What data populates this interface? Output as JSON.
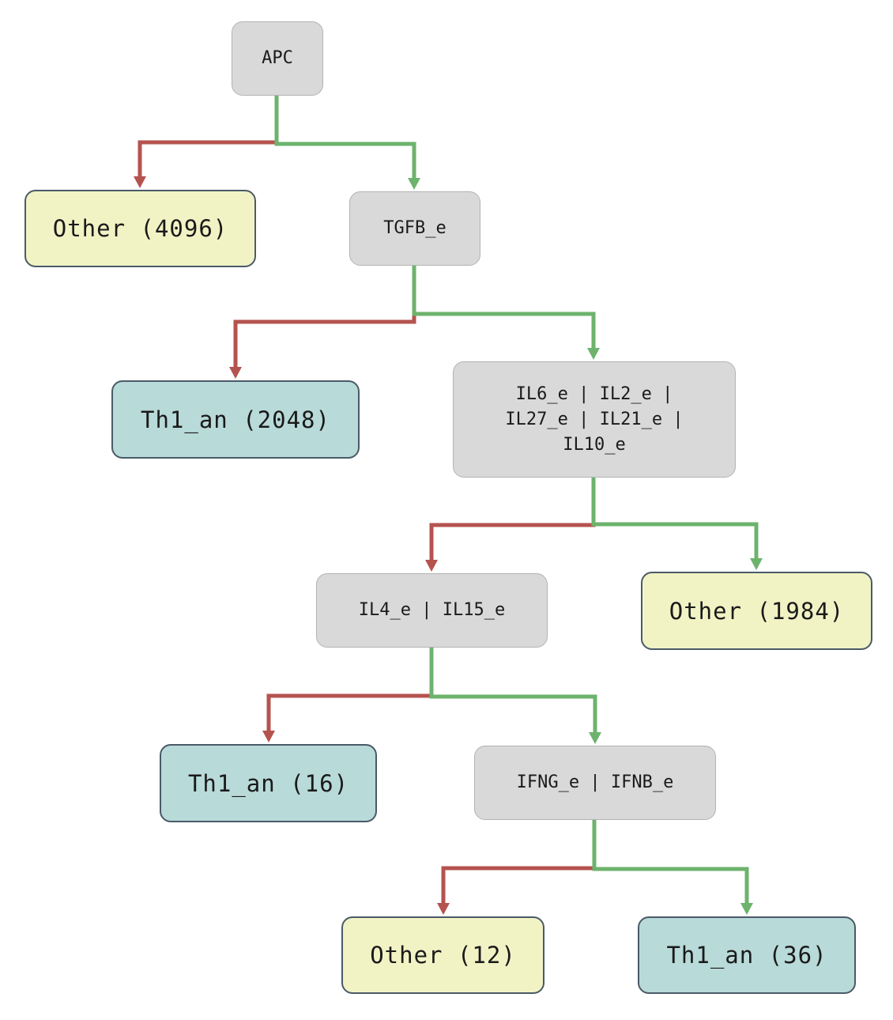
{
  "diagram": {
    "type": "decision-tree",
    "nodes": {
      "root": {
        "label": "APC"
      },
      "tgfb": {
        "label": "TGFB_e"
      },
      "il6_group": {
        "label": "IL6_e | IL2_e |\nIL27_e | IL21_e |\nIL10_e"
      },
      "il4_group": {
        "label": "IL4_e | IL15_e"
      },
      "ifn_group": {
        "label": "IFNG_e | IFNB_e"
      },
      "leaf_other_4096": {
        "label": "Other (4096)"
      },
      "leaf_th1_2048": {
        "label": "Th1_an (2048)"
      },
      "leaf_other_1984": {
        "label": "Other (1984)"
      },
      "leaf_th1_16": {
        "label": "Th1_an (16)"
      },
      "leaf_other_12": {
        "label": "Other (12)"
      },
      "leaf_th1_36": {
        "label": "Th1_an (36)"
      }
    },
    "edges": [
      {
        "from": "root",
        "to": "leaf_other_4096",
        "branch": "false"
      },
      {
        "from": "root",
        "to": "tgfb",
        "branch": "true"
      },
      {
        "from": "tgfb",
        "to": "leaf_th1_2048",
        "branch": "false"
      },
      {
        "from": "tgfb",
        "to": "il6_group",
        "branch": "true"
      },
      {
        "from": "il6_group",
        "to": "il4_group",
        "branch": "false"
      },
      {
        "from": "il6_group",
        "to": "leaf_other_1984",
        "branch": "true"
      },
      {
        "from": "il4_group",
        "to": "leaf_th1_16",
        "branch": "false"
      },
      {
        "from": "il4_group",
        "to": "ifn_group",
        "branch": "true"
      },
      {
        "from": "ifn_group",
        "to": "leaf_other_12",
        "branch": "false"
      },
      {
        "from": "ifn_group",
        "to": "leaf_th1_36",
        "branch": "true"
      }
    ],
    "colors": {
      "true_edge": "#6db36d",
      "false_edge": "#b5534f",
      "decision_fill": "#d9d9d9",
      "leaf_other_fill": "#f1f3c5",
      "leaf_th1_fill": "#b8dad8"
    }
  }
}
